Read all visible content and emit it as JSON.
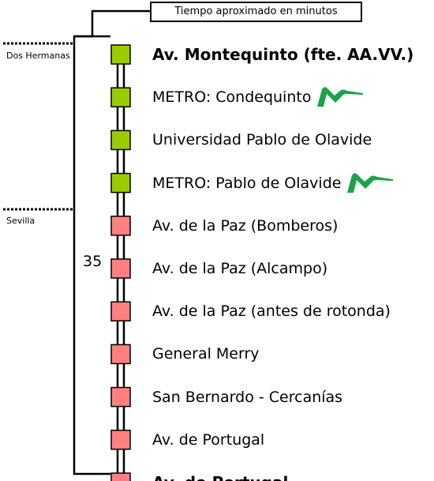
{
  "caption": "Tiempo aproximado en minutos",
  "zones": [
    {
      "label": "Dos Hermanas"
    },
    {
      "label": "Sevilla"
    }
  ],
  "time_marker": "35",
  "colors": {
    "green": "#9ACD00",
    "red": "#FF8080",
    "metro_green": "#1AA34A"
  },
  "stops": [
    {
      "label": "Av. Montequinto (fte. AA.VV.)",
      "terminal": true,
      "color": "green",
      "metro": false
    },
    {
      "label": "METRO: Condequinto",
      "terminal": false,
      "color": "green",
      "metro": true
    },
    {
      "label": "Universidad Pablo de Olavide",
      "terminal": false,
      "color": "green",
      "metro": false
    },
    {
      "label": "METRO: Pablo de Olavide",
      "terminal": false,
      "color": "green",
      "metro": true
    },
    {
      "label": "Av. de la Paz (Bomberos)",
      "terminal": false,
      "color": "red",
      "metro": false
    },
    {
      "label": "Av. de la Paz (Alcampo)",
      "terminal": false,
      "color": "red",
      "metro": false
    },
    {
      "label": "Av. de la Paz (antes de rotonda)",
      "terminal": false,
      "color": "red",
      "metro": false
    },
    {
      "label": "General Merry",
      "terminal": false,
      "color": "red",
      "metro": false
    },
    {
      "label": "San Bernardo - Cercanías",
      "terminal": false,
      "color": "red",
      "metro": false
    },
    {
      "label": "Av. de Portugal",
      "terminal": false,
      "color": "red",
      "metro": false
    },
    {
      "label": "Av. de Portugal",
      "terminal": true,
      "color": "red",
      "metro": false
    }
  ]
}
